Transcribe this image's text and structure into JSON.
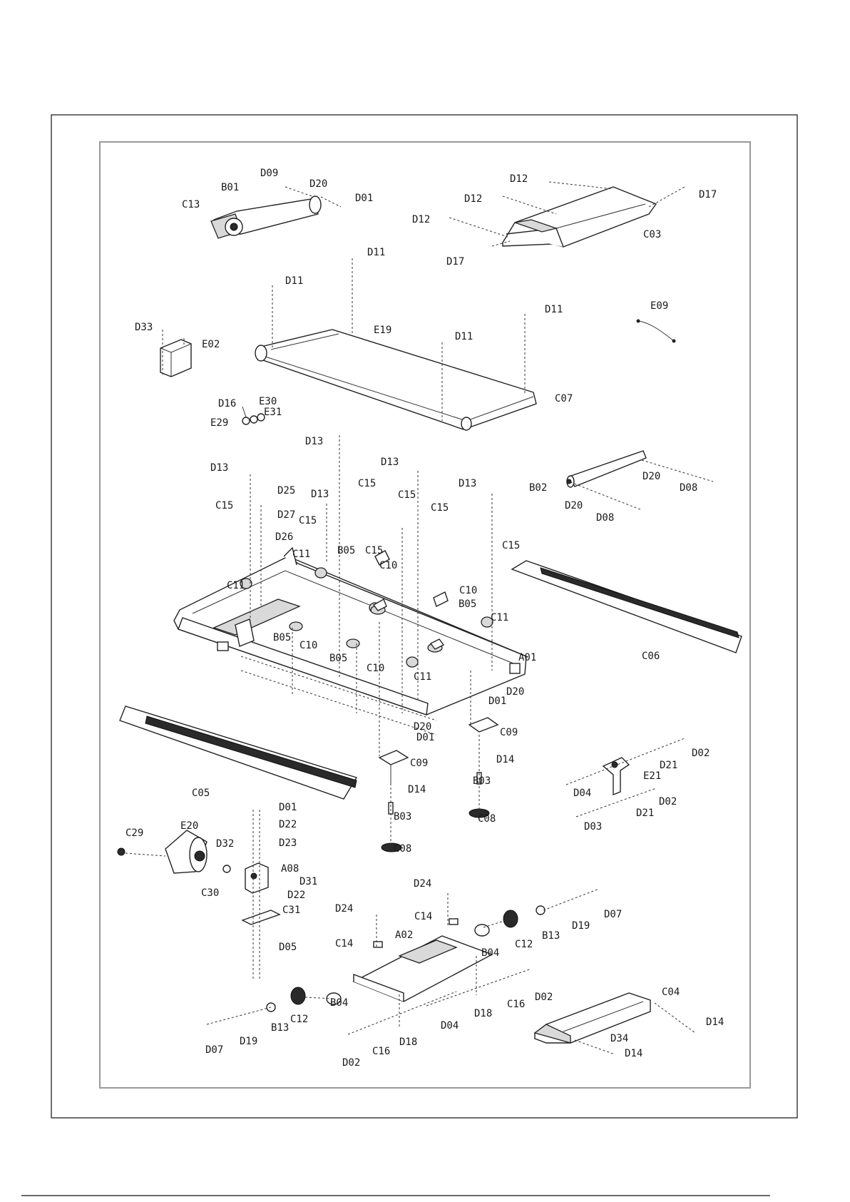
{
  "diagram": {
    "labels": [
      "D09",
      "B01",
      "D20",
      "D01",
      "C13",
      "D12",
      "D17",
      "D12",
      "D12",
      "C03",
      "D17",
      "D11",
      "D11",
      "D11",
      "D11",
      "E19",
      "C07",
      "E09",
      "D33",
      "E02",
      "D16",
      "E30",
      "E31",
      "E29",
      "D13",
      "D13",
      "C15",
      "D13",
      "D13",
      "C15",
      "D13",
      "D25",
      "C15",
      "C15",
      "D27",
      "C15",
      "C15",
      "D26",
      "C15",
      "C11",
      "B02",
      "D20",
      "D08",
      "D20",
      "D08",
      "C11",
      "B05",
      "C10",
      "C10",
      "B05",
      "C11",
      "B05",
      "C10",
      "B05",
      "C10",
      "C11",
      "A01",
      "D20",
      "D01",
      "C06",
      "D20",
      "D01",
      "C09",
      "D14",
      "C09",
      "B03",
      "D14",
      "B03",
      "C08",
      "C08",
      "C05",
      "D01",
      "D22",
      "E20",
      "C29",
      "D23",
      "D32",
      "A08",
      "D31",
      "C30",
      "D22",
      "C31",
      "D05",
      "D02",
      "D21",
      "E21",
      "D04",
      "D02",
      "D21",
      "D03",
      "D24",
      "C14",
      "D07",
      "D24",
      "C12",
      "B13",
      "D19",
      "A02",
      "B04",
      "C14",
      "B04",
      "D02",
      "C16",
      "D04",
      "D18",
      "C12",
      "B13",
      "D19",
      "D07",
      "C16",
      "D18",
      "D02",
      "C04",
      "D14",
      "D34",
      "D14"
    ]
  }
}
